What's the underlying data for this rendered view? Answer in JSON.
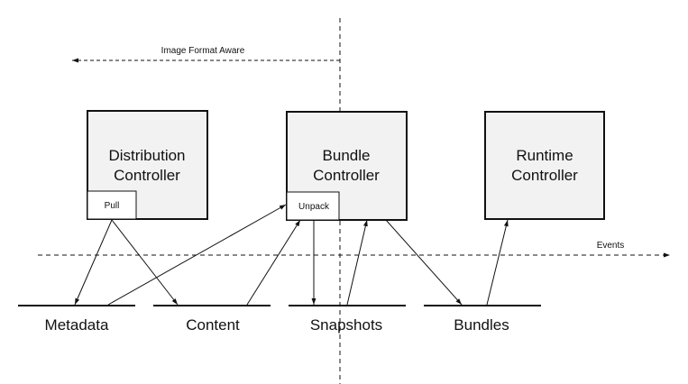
{
  "diagram": {
    "boundary_label": "Image Format Aware",
    "events_label": "Events",
    "controllers": {
      "distribution": {
        "line1": "Distribution",
        "line2": "Controller",
        "tab": "Pull"
      },
      "bundle": {
        "line1": "Bundle",
        "line2": "Controller",
        "tab": "Unpack"
      },
      "runtime": {
        "line1": "Runtime",
        "line2": "Controller"
      }
    },
    "stores": {
      "metadata": "Metadata",
      "content": "Content",
      "snapshots": "Snapshots",
      "bundles": "Bundles"
    }
  },
  "colors": {
    "box_fill": "#f2f2f2",
    "line": "#111111",
    "background": "#ffffff"
  }
}
